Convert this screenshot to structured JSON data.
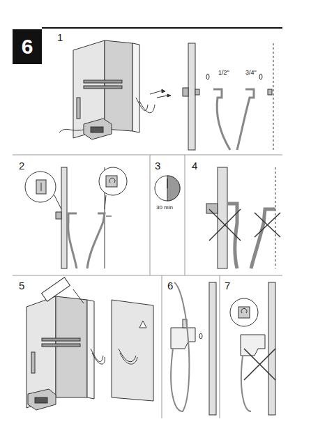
{
  "diagram": {
    "nodes": [
      {
        "text": [
          "6"
        ]
      }
    ],
    "labels": [
      "1",
      "2",
      "3",
      "4",
      "5",
      "6",
      "7",
      "1/2\"",
      "3/4\"",
      "30 min"
    ]
  }
}
